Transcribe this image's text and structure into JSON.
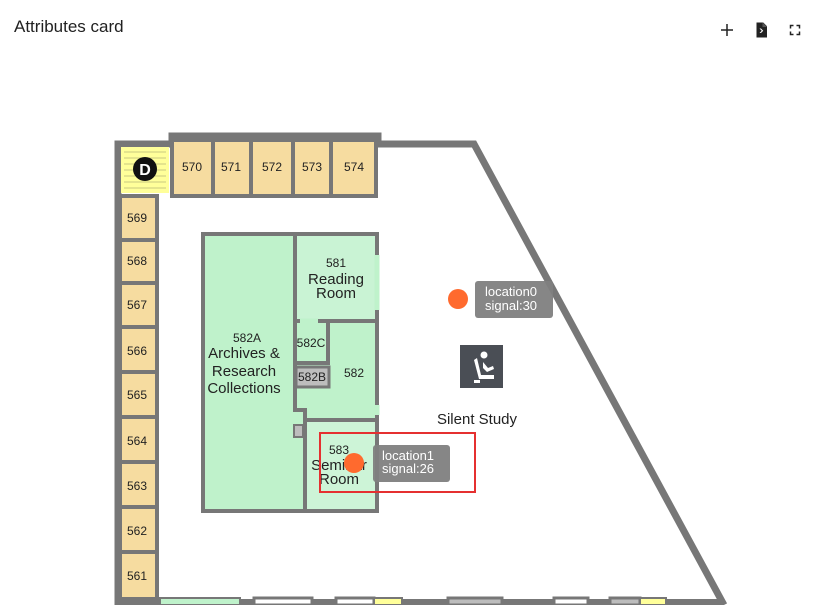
{
  "card": {
    "title": "Attributes card"
  },
  "toolbar": {
    "icons": [
      "plus-icon",
      "export-file-icon",
      "fullscreen-icon"
    ]
  },
  "map": {
    "top_rooms": [
      "570",
      "571",
      "572",
      "573",
      "574"
    ],
    "left_rooms": [
      "569",
      "568",
      "567",
      "566",
      "565",
      "564",
      "563",
      "562",
      "561"
    ],
    "stair_label": "D",
    "room_581": {
      "number": "581",
      "name_line1": "Reading",
      "name_line2": "Room"
    },
    "room_582A": {
      "number": "582A",
      "name_line1": "Archives &",
      "name_line2": "Research",
      "name_line3": "Collections"
    },
    "room_582C": "582C",
    "room_582B": "582B",
    "room_582": "582",
    "room_583": {
      "number": "583",
      "name_line1": "Seminar",
      "name_line2": "Room"
    },
    "silent_study": "Silent Study",
    "colors": {
      "wall": "#777777",
      "office": "#f6dca0",
      "green_room": "#bff2cb",
      "marker": "#ff6a2e",
      "tooltip": "#7f7f7f",
      "highlight": "#e53030"
    }
  },
  "markers": [
    {
      "name": "location0",
      "signal_text": "signal:30",
      "label": "location0"
    },
    {
      "name": "location1",
      "signal_text": "signal:26",
      "label": "location1"
    }
  ]
}
